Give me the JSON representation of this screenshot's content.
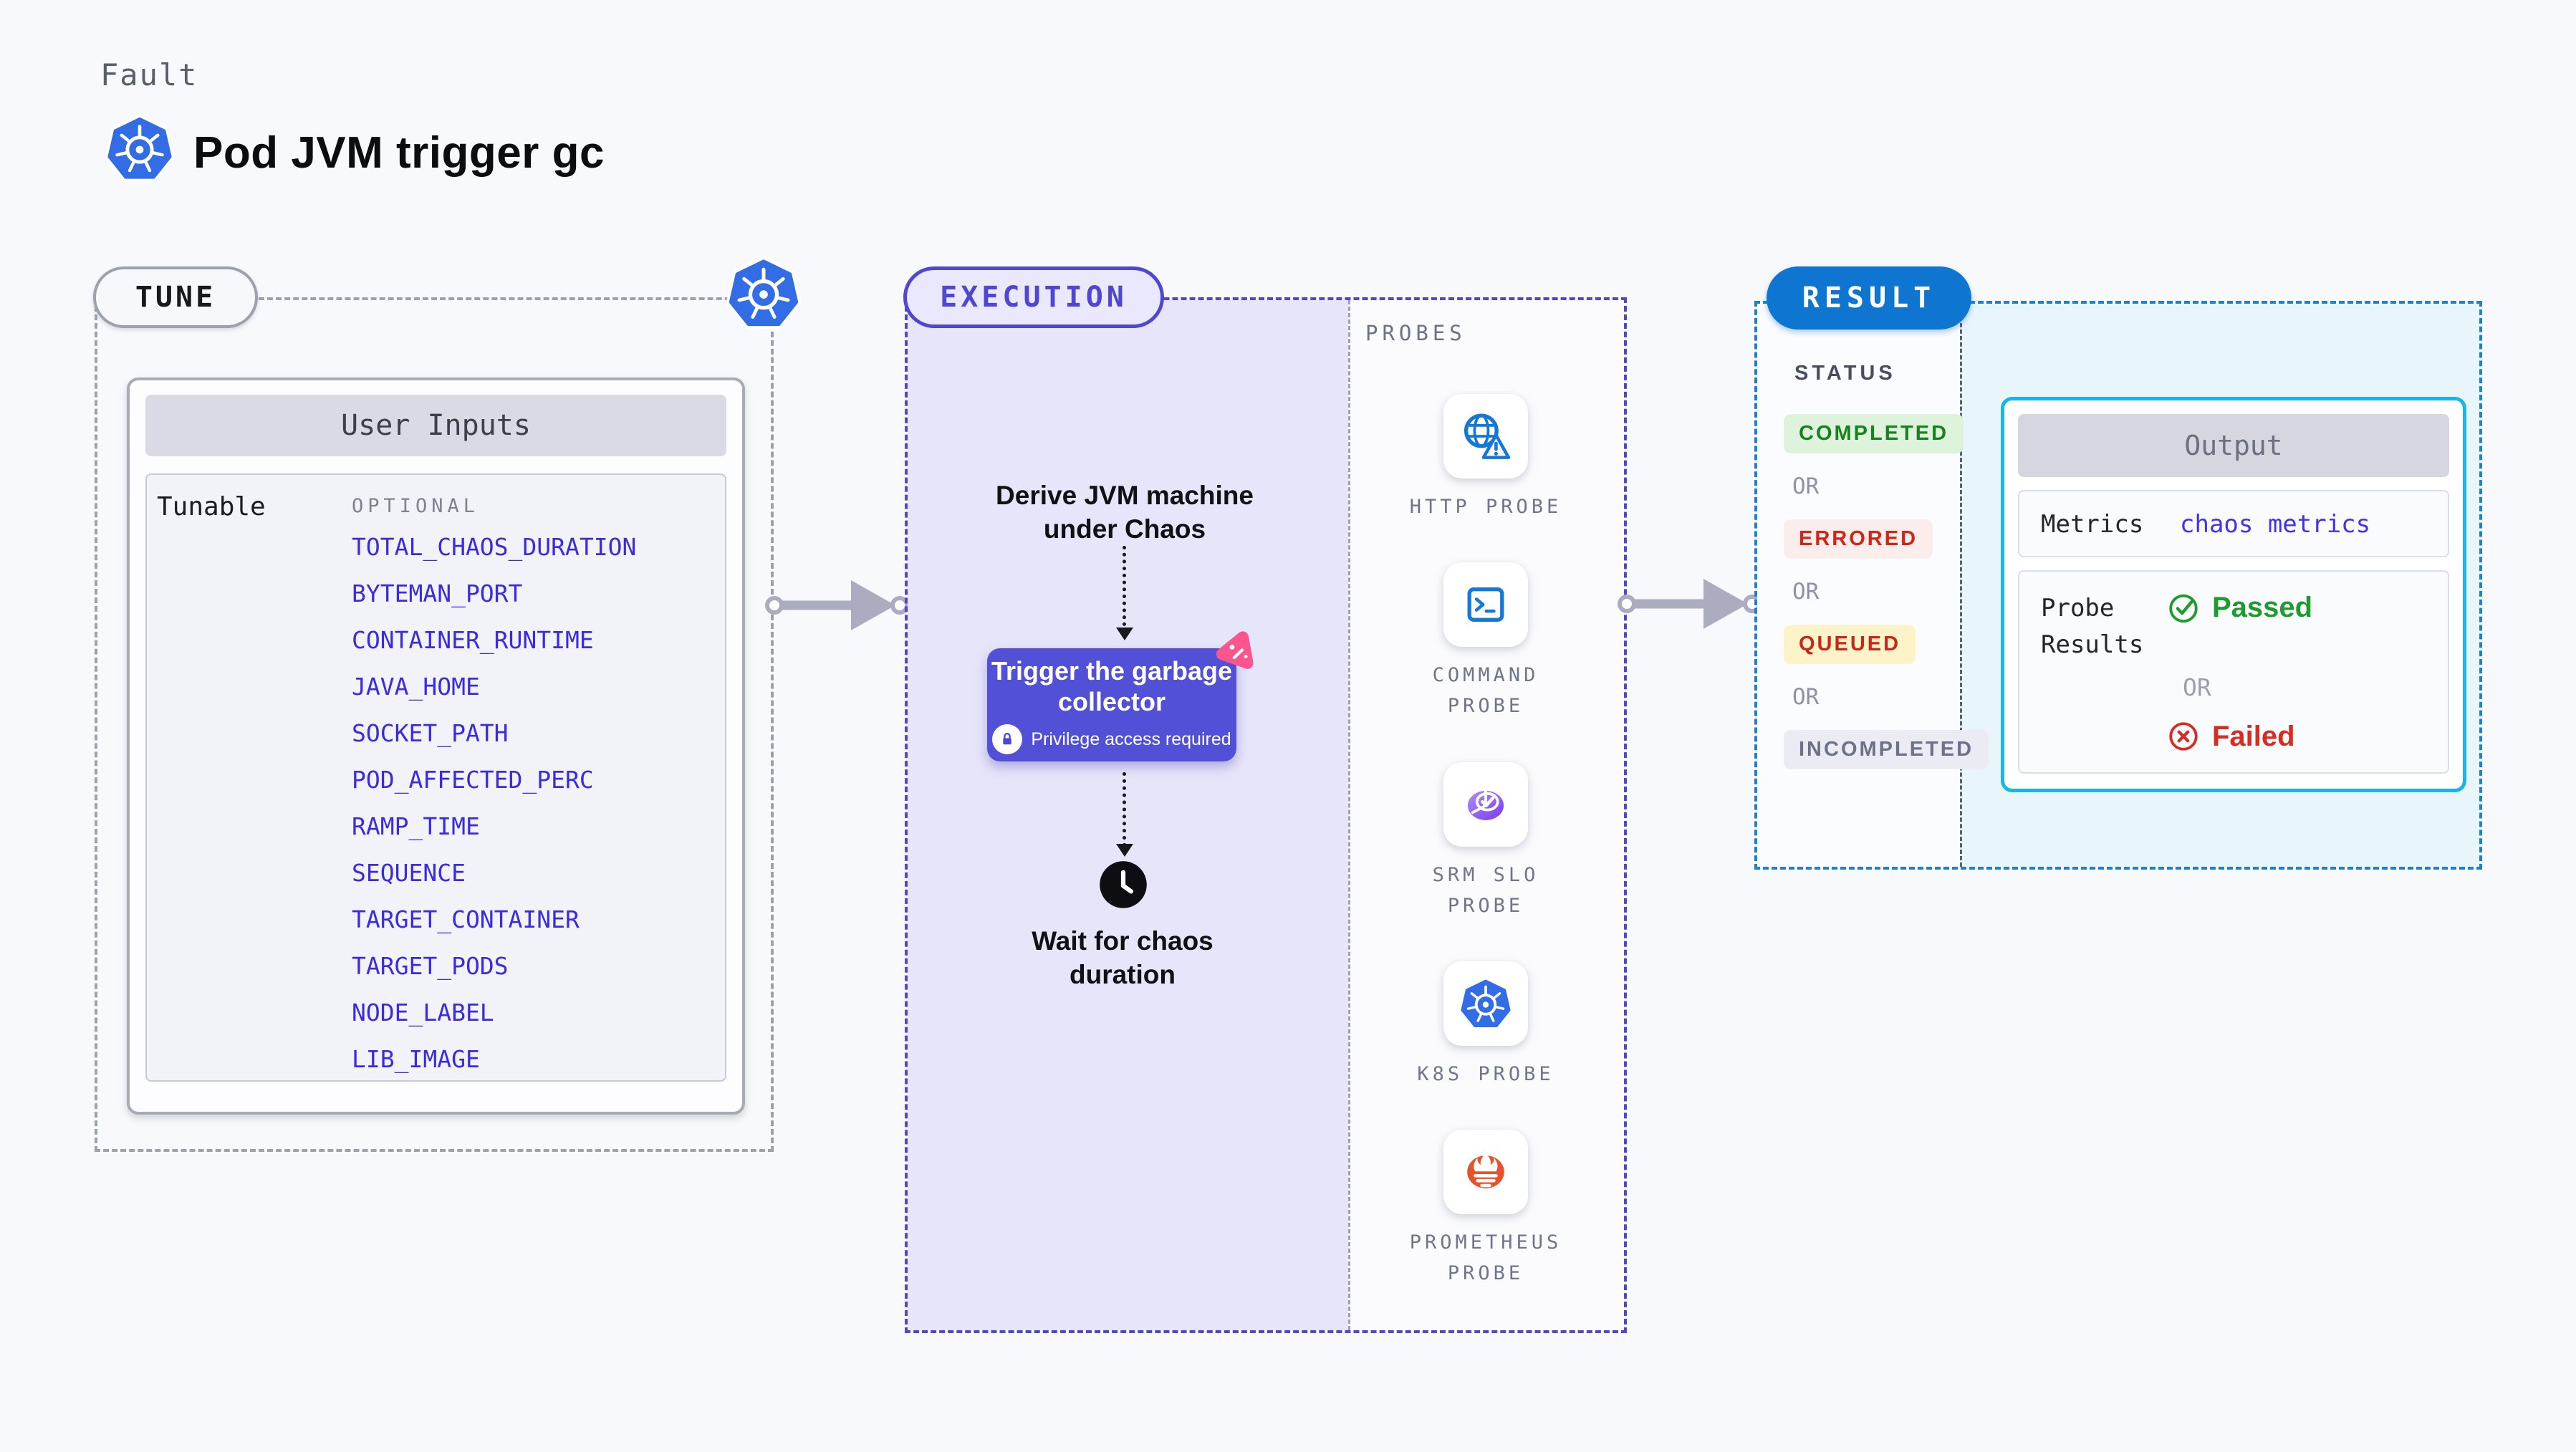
{
  "header": {
    "kicker": "Fault",
    "title": "Pod JVM trigger gc"
  },
  "tune": {
    "label": "TUNE",
    "user_inputs": {
      "title": "User Inputs",
      "tunable_label": "Tunable",
      "optional_label": "OPTIONAL",
      "params": [
        "TOTAL_CHAOS_DURATION",
        "BYTEMAN_PORT",
        "CONTAINER_RUNTIME",
        "JAVA_HOME",
        "SOCKET_PATH",
        "POD_AFFECTED_PERC",
        "RAMP_TIME",
        "SEQUENCE",
        "TARGET_CONTAINER",
        "TARGET_PODS",
        "NODE_LABEL",
        "LIB_IMAGE"
      ]
    }
  },
  "execution": {
    "label": "EXECUTION",
    "derive_text": "Derive JVM machine\nunder Chaos",
    "action_title": "Trigger the garbage\ncollector",
    "action_note": "Privilege access required",
    "wait_text": "Wait for chaos\nduration"
  },
  "probes": {
    "label": "PROBES",
    "items": [
      {
        "label": "HTTP PROBE",
        "icon": "sym-http",
        "icon_name": "http-probe-icon"
      },
      {
        "label": "COMMAND\nPROBE",
        "icon": "sym-command",
        "icon_name": "command-probe-icon"
      },
      {
        "label": "SRM SLO\nPROBE",
        "icon": "sym-srm",
        "icon_name": "srm-slo-probe-icon"
      },
      {
        "label": "K8S PROBE",
        "icon": "sym-k8s",
        "icon_name": "k8s-probe-icon"
      },
      {
        "label": "PROMETHEUS\nPROBE",
        "icon": "sym-prometheus",
        "icon_name": "prometheus-probe-icon"
      }
    ]
  },
  "result": {
    "label": "RESULT",
    "status_label": "STATUS",
    "status_flow": [
      {
        "kind": "badge",
        "name": "status-badge-completed",
        "text": "COMPLETED",
        "fg": "#18821f",
        "bg": "#def3dc"
      },
      {
        "kind": "or",
        "name": "or-separator",
        "text": "OR"
      },
      {
        "kind": "badge",
        "name": "status-badge-errored",
        "text": "ERRORED",
        "fg": "#d02618",
        "bg": "#fceded"
      },
      {
        "kind": "or",
        "name": "or-separator",
        "text": "OR"
      },
      {
        "kind": "badge",
        "name": "status-badge-queued",
        "text": "QUEUED",
        "fg": "#c5281c",
        "bg": "#fdf3c8"
      },
      {
        "kind": "or",
        "name": "or-separator",
        "text": "OR"
      },
      {
        "kind": "badge",
        "name": "status-badge-incompleted",
        "text": "INCOMPLETED",
        "fg": "#6c7287",
        "bg": "#ebecf3"
      }
    ],
    "output": {
      "title": "Output",
      "metrics_label": "Metrics",
      "metrics_value": "chaos metrics",
      "probe_results_label": "Probe\nResults",
      "passed_label": "Passed",
      "or_label": "OR",
      "failed_label": "Failed"
    }
  },
  "colors": {
    "k8s_blue": "#326de6",
    "indigo_accent": "#4f46d2",
    "probe_icon_blue": "#1478d8",
    "result_blue": "#0e76d0",
    "output_border_cyan": "#17b5ea",
    "chaos_pink": "#fb5590",
    "prometheus_orange": "#e6522c",
    "srm_purple": "#8b5cf6",
    "passed_green": "#1d9b2c",
    "failed_red": "#d92c20",
    "param_link_blue": "#3a2be0"
  }
}
